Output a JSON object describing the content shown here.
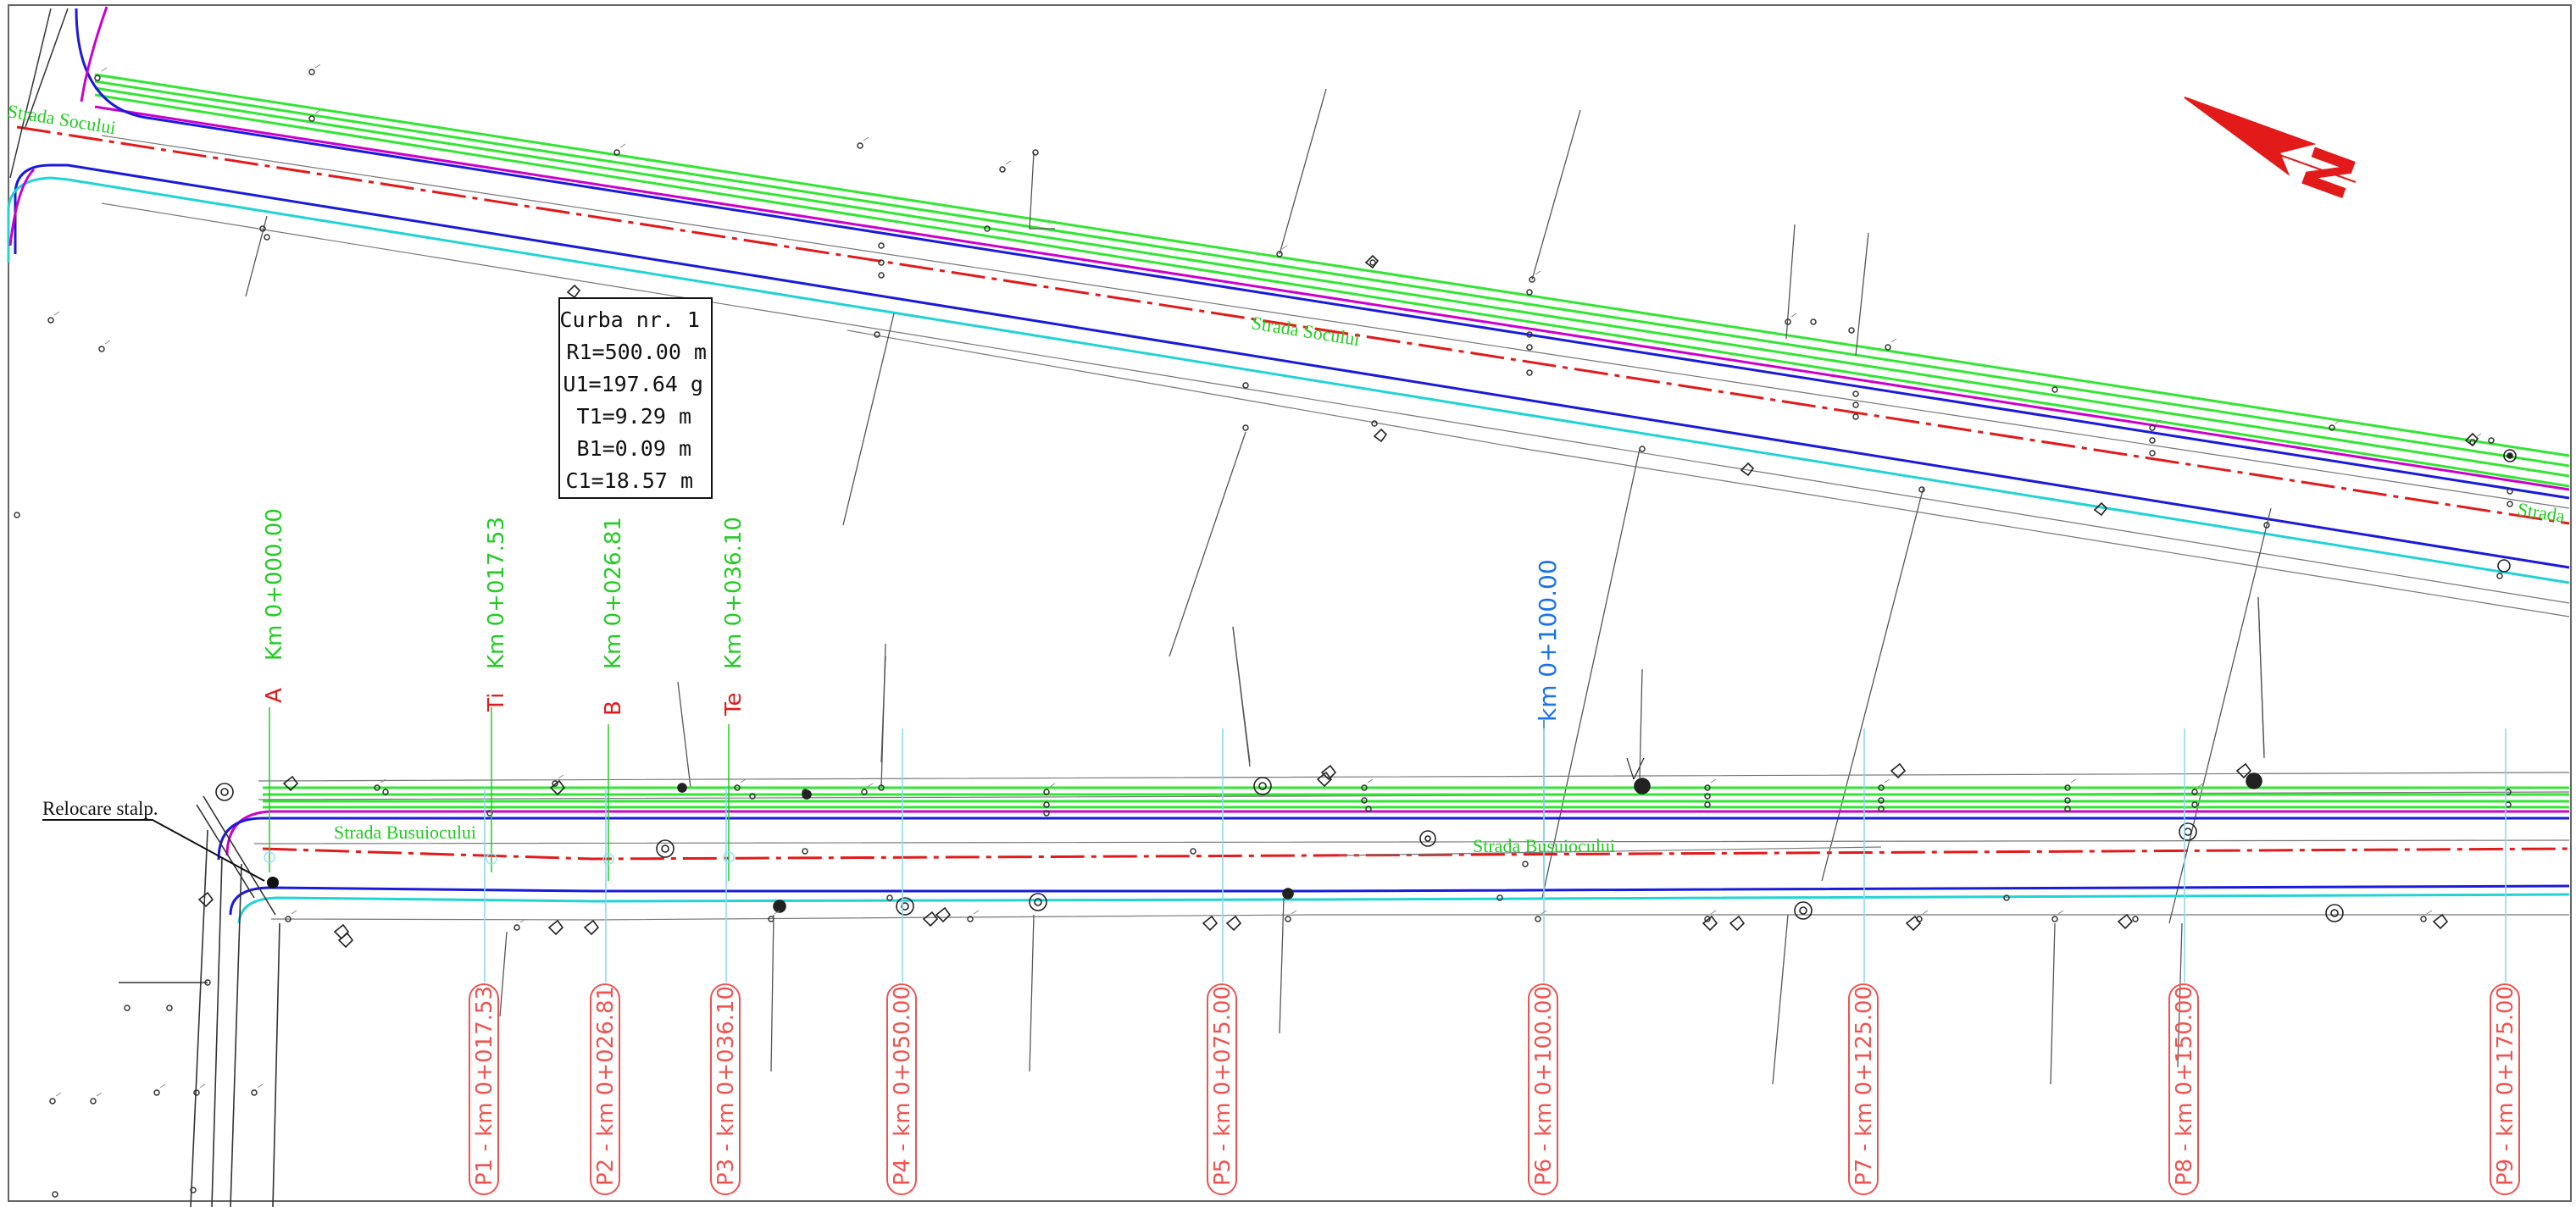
{
  "colors": {
    "road_edge": "#1a1adb",
    "lane_green": "#33e533",
    "magenta": "#cc00cc",
    "cyan": "#22d3d3",
    "axis_red": "#e31a1a",
    "label_green": "#22cc22",
    "label_red": "#e31a1a",
    "label_blue": "#1a73e8",
    "profile_red": "#ef5350",
    "tick_blue": "#7fd4f5",
    "grey_line": "#555555"
  },
  "curve_box": {
    "lines": [
      "Curba nr. 1",
      "R1=500.00 m",
      "U1=197.64 g",
      "T1=9.29 m",
      "B1=0.09 m",
      "C1=18.57 m"
    ]
  },
  "street_labels": {
    "socului_top_left": "Strada Socului",
    "socului_middle": "Strada Socului",
    "socului_right": "Strada",
    "busuiocului_left": "Strada Busuiocului",
    "busuiocului_middle": "Strada Busuiocului"
  },
  "note": "Relocare stalp.",
  "kilometric_points": [
    {
      "letter": "A",
      "km": "Km 0+000.00"
    },
    {
      "letter": "Ti",
      "km": "Km 0+017.53"
    },
    {
      "letter": "B",
      "km": "Km 0+026.81"
    },
    {
      "letter": "Te",
      "km": "Km 0+036.10"
    }
  ],
  "km_marker": "km 0+100.00",
  "profiles": [
    "P1 - km 0+017.53",
    "P2 - km 0+026.81",
    "P3 - km 0+036.10",
    "P4 - km 0+050.00",
    "P5 - km 0+075.00",
    "P6 - km 0+100.00",
    "P7 - km 0+125.00",
    "P8 - km 0+150.00",
    "P9 - km 0+175.00"
  ],
  "north_arrow": {
    "letter": "N"
  }
}
